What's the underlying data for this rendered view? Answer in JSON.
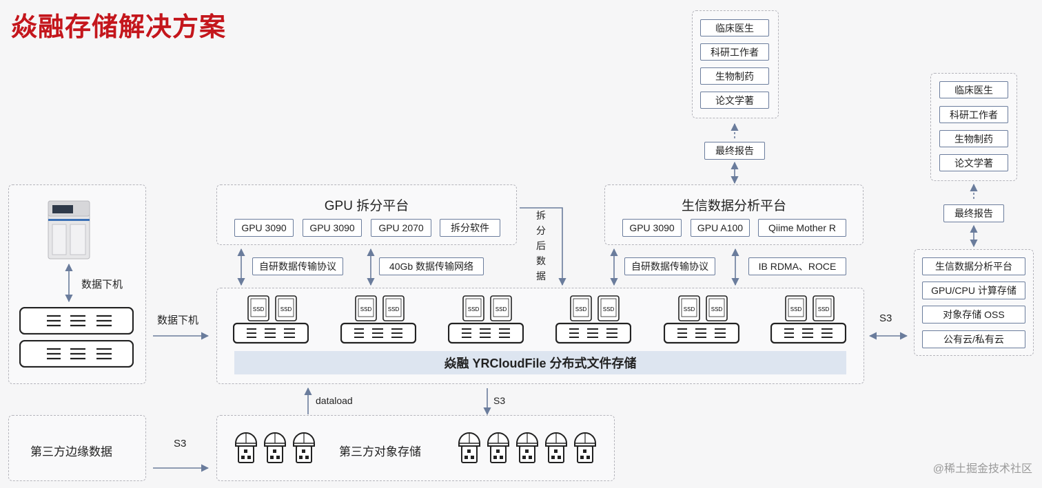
{
  "title": "焱融存储解决方案",
  "gpu_platform": {
    "title": "GPU 拆分平台",
    "items": [
      "GPU 3090",
      "GPU 3090",
      "GPU 2070",
      "拆分软件"
    ]
  },
  "bio_platform": {
    "title": "生信数据分析平台",
    "items": [
      "GPU 3090",
      "GPU A100",
      "Qiime Mother R"
    ]
  },
  "links": {
    "protocol_left": "自研数据传输协议",
    "network_40gb": "40Gb 数据传输网络",
    "protocol_right": "自研数据传输协议",
    "ib_roce": "IB RDMA、ROCE",
    "split_data": "拆分后数据",
    "download_top": "数据下机",
    "download_side": "数据下机",
    "s3_right": "S3",
    "dataload": "dataload",
    "s3_bottom": "S3",
    "s3_edge": "S3"
  },
  "users_top": {
    "items": [
      "临床医生",
      "科研工作者",
      "生物制药",
      "论文学著"
    ],
    "report": "最终报告"
  },
  "users_right": {
    "items": [
      "临床医生",
      "科研工作者",
      "生物制药",
      "论文学著"
    ],
    "report": "最终报告"
  },
  "cloud": {
    "items": [
      "生信数据分析平台",
      "GPU/CPU 计算存储",
      "对象存储 OSS",
      "公有云/私有云"
    ]
  },
  "storage": {
    "bar_label": "焱融 YRCloudFile 分布式文件存储",
    "ssd_label": "SSD"
  },
  "third_party_edge": "第三方边缘数据",
  "third_party_object": "第三方对象存储",
  "watermark": "@稀土掘金技术社区",
  "colors": {
    "title": "#c4161c",
    "line": "#6a7c9c",
    "bar": "#dde5f0"
  }
}
